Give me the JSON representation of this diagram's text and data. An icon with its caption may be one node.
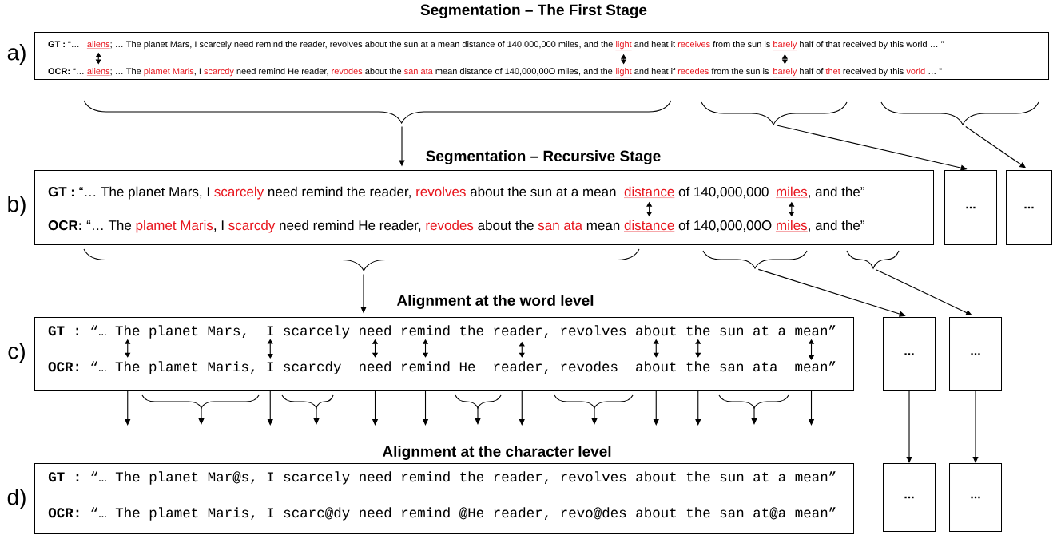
{
  "diagram": {
    "nodes": [
      {
        "text": [
          "**GT :** “…",
          "; … The planet Mars, I scarcely need remind the reader, revolves about the sun at a mean distance of 140,000,000 miles, and the",
          "and heat it",
          "receives",
          "from the sun is",
          "half of that received by this world … ”",
          "**OCR:** “…",
          "; … The",
          "plamet Maris",
          ", I",
          "scarcdy",
          "need remind He reader,",
          "revodes",
          "about the",
          "san ata",
          "mean distance of 140,000,00O miles, and the",
          "and heat if",
          "recedes",
          "from the sun is",
          "half of",
          "thet",
          "received by this",
          "vorld",
          "… ”"
        ]
      },
      {
        "text": [
          "aliens"
        ],
        "in": 0
      },
      {
        "text": [
          "light"
        ],
        "in": 0
      },
      {
        "text": [
          "barely"
        ],
        "in": 0
      },
      {
        "text": [
          "aliens"
        ],
        "in": 0
      },
      {
        "text": [
          "light"
        ],
        "in": 0
      },
      {
        "text": [
          "barely"
        ],
        "in": 0
      },
      {
        "text": [
          "**GT :** “… The planet Mars, I",
          "scarcely",
          "need remind the reader,",
          "revolves",
          "about the sun at a mean",
          "of 140,000,000",
          ", and the”",
          "**OCR:** “… The",
          "plamet Maris",
          ", I",
          "scarcdy",
          "need remind He reader,",
          "revodes",
          "about the",
          "san ata",
          "mean",
          "of 140,000,00O",
          ", and the”"
        ]
      },
      {
        "text": [
          "distance"
        ],
        "in": 7
      },
      {
        "text": [
          "miles"
        ],
        "in": 7
      },
      {
        "text": [
          "distance"
        ],
        "in": 7
      },
      {
        "text": [
          "miles"
        ],
        "in": 7
      },
      {
        "text": [
          "..."
        ]
      },
      {
        "text": [
          "..."
        ]
      },
      {
        "text": [
          "**GT :** “…",
          "planet Mars,",
          "scarcely",
          "the",
          "revolves",
          "sun at a",
          "”",
          "**OCR:** “…",
          "plamet Maris,",
          "scarcdy",
          "He",
          "revodes",
          "san ata",
          "”"
        ]
      },
      {
        "text": [
          "The"
        ],
        "in": 14
      },
      {
        "text": [
          "I"
        ],
        "in": 14
      },
      {
        "text": [
          "need"
        ],
        "in": 14
      },
      {
        "text": [
          "remind"
        ],
        "in": 14
      },
      {
        "text": [
          "reader,"
        ],
        "in": 14
      },
      {
        "text": [
          "about"
        ],
        "in": 14
      },
      {
        "text": [
          "the"
        ],
        "in": 14
      },
      {
        "text": [
          "mean"
        ],
        "in": 14
      },
      {
        "text": [
          "The"
        ],
        "in": 14
      },
      {
        "text": [
          "I"
        ],
        "in": 14
      },
      {
        "text": [
          "need"
        ],
        "in": 14
      },
      {
        "text": [
          "remind"
        ],
        "in": 14
      },
      {
        "text": [
          "reader,"
        ],
        "in": 14
      },
      {
        "text": [
          "about"
        ],
        "in": 14
      },
      {
        "text": [
          "the"
        ],
        "in": 14
      },
      {
        "text": [
          "mean"
        ],
        "in": 14
      },
      {
        "text": [
          "..."
        ]
      },
      {
        "text": [
          "..."
        ]
      },
      {
        "text": [
          "**GT :** “… The planet Mar@s, I scarcely need remind the reader, revolves about the sun at a mean”",
          "**OCR:** “… The plamet Maris, I scarc@dy need remind @He reader, revo@des about the san at@a mean”"
        ]
      },
      {
        "text": [
          "..."
        ]
      },
      {
        "text": [
          "..."
        ]
      },
      {
        "text": [],
        "shape": "brace"
      },
      {
        "text": [],
        "shape": "brace"
      },
      {
        "text": [],
        "shape": "brace"
      },
      {
        "text": [],
        "shape": "brace"
      },
      {
        "text": [],
        "shape": "brace"
      },
      {
        "text": [],
        "shape": "brace"
      },
      {
        "text": [],
        "shape": "brace"
      },
      {
        "text": [],
        "shape": "brace"
      },
      {
        "text": [],
        "shape": "brace"
      },
      {
        "text": [],
        "shape": "brace"
      },
      {
        "text": [],
        "shape": "brace"
      }
    ],
    "edges": [
      {
        "from": 1,
        "to": 4,
        "arrow": "both"
      },
      {
        "from": 2,
        "to": 5,
        "arrow": "both"
      },
      {
        "from": 3,
        "to": 6,
        "arrow": "both"
      },
      {
        "from": 8,
        "to": 10,
        "arrow": "both"
      },
      {
        "from": 9,
        "to": 11,
        "arrow": "both"
      },
      {
        "from": 15,
        "to": 23,
        "arrow": "both"
      },
      {
        "from": 16,
        "to": 24,
        "arrow": "both"
      },
      {
        "from": 17,
        "to": 25,
        "arrow": "both"
      },
      {
        "from": 18,
        "to": 26,
        "arrow": "both"
      },
      {
        "from": 19,
        "to": 27,
        "arrow": "both"
      },
      {
        "from": 20,
        "to": 28,
        "arrow": "both"
      },
      {
        "from": 21,
        "to": 29,
        "arrow": "both"
      },
      {
        "from": 22,
        "to": 30,
        "arrow": "both"
      },
      {
        "from": 36,
        "to": 7,
        "arrow": "to"
      },
      {
        "from": 37,
        "to": 12,
        "arrow": "to"
      },
      {
        "from": 38,
        "to": 13,
        "arrow": "to"
      },
      {
        "from": 39,
        "to": 14,
        "arrow": "to"
      },
      {
        "from": 40,
        "to": 31,
        "arrow": "to"
      },
      {
        "from": 41,
        "to": 32,
        "arrow": "to"
      },
      {
        "from": 31,
        "to": 34,
        "arrow": "to"
      },
      {
        "from": 32,
        "to": 35,
        "arrow": "to"
      },
      {
        "from": 14,
        "to": null,
        "arrow": "to"
      },
      {
        "from": 42,
        "to": null,
        "arrow": "to"
      },
      {
        "from": 14,
        "to": null,
        "arrow": "to"
      },
      {
        "from": 43,
        "to": null,
        "arrow": "to"
      },
      {
        "from": 14,
        "to": null,
        "arrow": "to"
      },
      {
        "from": 14,
        "to": null,
        "arrow": "to"
      },
      {
        "from": 44,
        "to": null,
        "arrow": "to"
      },
      {
        "from": 14,
        "to": null,
        "arrow": "to"
      },
      {
        "from": 45,
        "to": null,
        "arrow": "to"
      },
      {
        "from": 14,
        "to": null,
        "arrow": "to"
      },
      {
        "from": 14,
        "to": null,
        "arrow": "to"
      },
      {
        "from": 46,
        "to": null,
        "arrow": "to"
      },
      {
        "from": 14,
        "to": null,
        "arrow": "to"
      }
    ],
    "labels": [
      "Segmentation – The First Stage",
      "a)",
      "Segmentation – Recursive Stage",
      "b)",
      "Alignment at the word level",
      "c)",
      "Alignment at the character level",
      "d)"
    ]
  }
}
